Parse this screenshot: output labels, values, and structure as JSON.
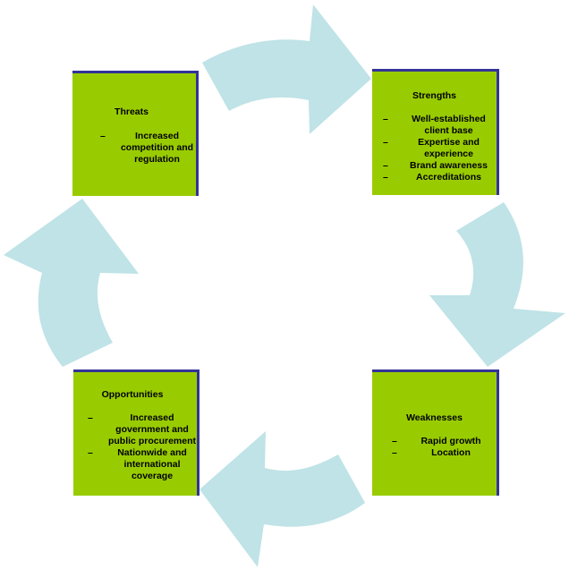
{
  "colors": {
    "box_fill": "#99cc00",
    "box_edge": "#333399",
    "arrow": "#bfe3e6"
  },
  "boxes": {
    "threats": {
      "title": "Threats",
      "items": [
        "Increased competition and regulation"
      ]
    },
    "strengths": {
      "title": "Strengths",
      "items": [
        "Well-established client base",
        "Expertise and experience",
        "Brand awareness",
        "Accreditations"
      ]
    },
    "weaknesses": {
      "title": "Weaknesses",
      "items": [
        "Rapid growth",
        "Location"
      ]
    },
    "opportunities": {
      "title": "Opportunities",
      "items": [
        "Increased government and public procurement",
        "Nationwide and international coverage"
      ]
    }
  },
  "bullet": "–"
}
